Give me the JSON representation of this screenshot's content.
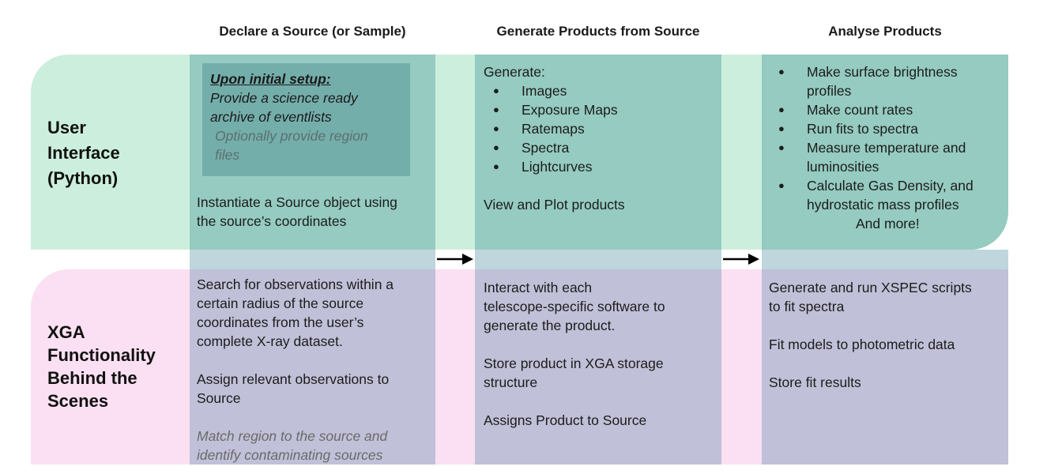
{
  "columns": {
    "declare": "Declare a Source (or Sample)",
    "generate": "Generate Products from Source",
    "analyse": "Analyse Products"
  },
  "rows": {
    "user": [
      "User",
      "Interface",
      "(Python)"
    ],
    "xga": [
      "XGA",
      "Functionality",
      "Behind the",
      "Scenes"
    ]
  },
  "user_interface": {
    "setup_heading": "Upon initial setup:",
    "setup_lines": [
      "Provide a science ready",
      "archive of eventlists"
    ],
    "setup_optional": [
      "Optionally provide region",
      "files"
    ],
    "instantiate": [
      "Instantiate a Source object using",
      "the source’s coordinates"
    ],
    "generate_label": "Generate:",
    "products": [
      "Images",
      "Exposure Maps",
      "Ratemaps",
      "Spectra",
      "Lightcurves"
    ],
    "view_plot": "View and Plot products",
    "analyse_items": [
      [
        "Make surface brightness",
        "profiles"
      ],
      [
        "Make count rates"
      ],
      [
        "Run fits to spectra"
      ],
      [
        "Measure temperature and",
        "luminosities"
      ],
      [
        "Calculate Gas Density, and",
        "hydrostatic mass profiles"
      ]
    ],
    "and_more": "And more!"
  },
  "xga_functionality": {
    "search": [
      "Search for observations within a",
      "certain radius of the source",
      "coordinates from the user’s",
      "complete X-ray dataset."
    ],
    "assign": [
      "Assign relevant observations to",
      "Source"
    ],
    "match": [
      "Match region to the source and",
      "identify contaminating sources"
    ],
    "interact": [
      "Interact with each",
      "telescope-specific software to",
      "generate the product."
    ],
    "store": [
      "Store product in XGA storage",
      "structure"
    ],
    "assigns_product": "Assigns Product to Source",
    "xspec": [
      "Generate and run XSPEC scripts",
      "to fit spectra"
    ],
    "fit_models": "Fit models to photometric data",
    "store_fit": "Store fit results"
  },
  "colors": {
    "green_band": "#ccefdd",
    "pink_band": "#fbe0f3",
    "teal_column": "#95cbc0",
    "mid_column": "#bfd6dc",
    "lavender_column": "#c0c0d8",
    "setup_box": "#74aeab"
  },
  "icons": [
    "arrow-right-icon",
    "arrow-right-icon"
  ]
}
